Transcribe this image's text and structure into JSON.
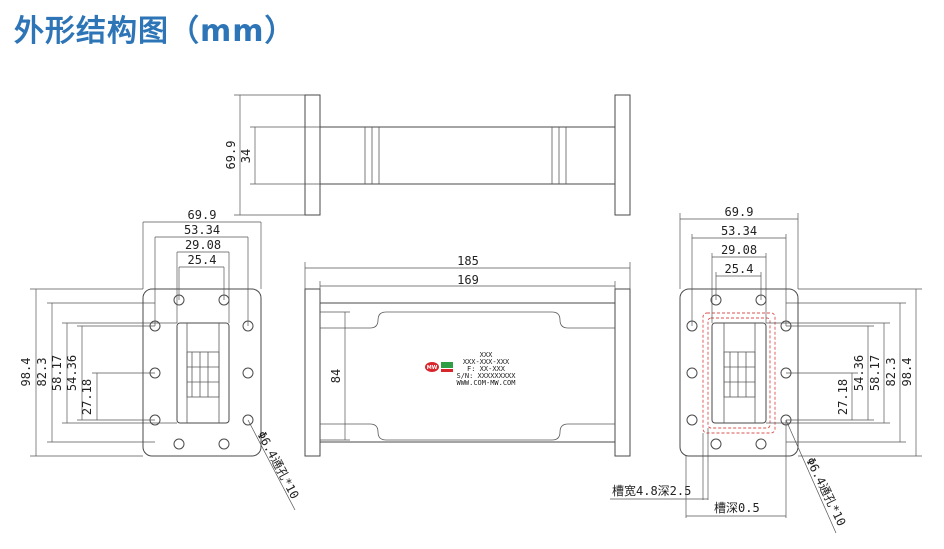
{
  "title": "外形结构图（mm）",
  "top_view": {
    "dim_outer": "69.9",
    "dim_inner": "34"
  },
  "left_view": {
    "widths": [
      "69.9",
      "53.34",
      "29.08",
      "25.4"
    ],
    "heights": [
      "98.4",
      "82.3",
      "58.17",
      "54.36",
      "27.18"
    ],
    "hole_note": "Φ6.4通孔*10"
  },
  "side_view": {
    "length_overall": "185",
    "length_body": "169",
    "height": "84",
    "label_lines": [
      "XXX",
      "XXX-XXX-XXX",
      "F: XX-XXX",
      "S/N: XXXXXXXXX",
      "WWW.COM-MW.COM"
    ]
  },
  "right_view": {
    "widths": [
      "69.9",
      "53.34",
      "29.08",
      "25.4"
    ],
    "heights": [
      "54.36",
      "58.17",
      "82.3",
      "98.4",
      "27.18"
    ],
    "hole_note": "Φ6.4通孔*10",
    "groove_note": "槽宽4.8深2.5",
    "groove_depth_note": "槽深0.5"
  },
  "colors": {
    "title": "#2d75b6",
    "lines": "#4a4a4a",
    "groove": "#d9534f",
    "logo_red": "#d9262c",
    "logo_green": "#2e9e44"
  }
}
